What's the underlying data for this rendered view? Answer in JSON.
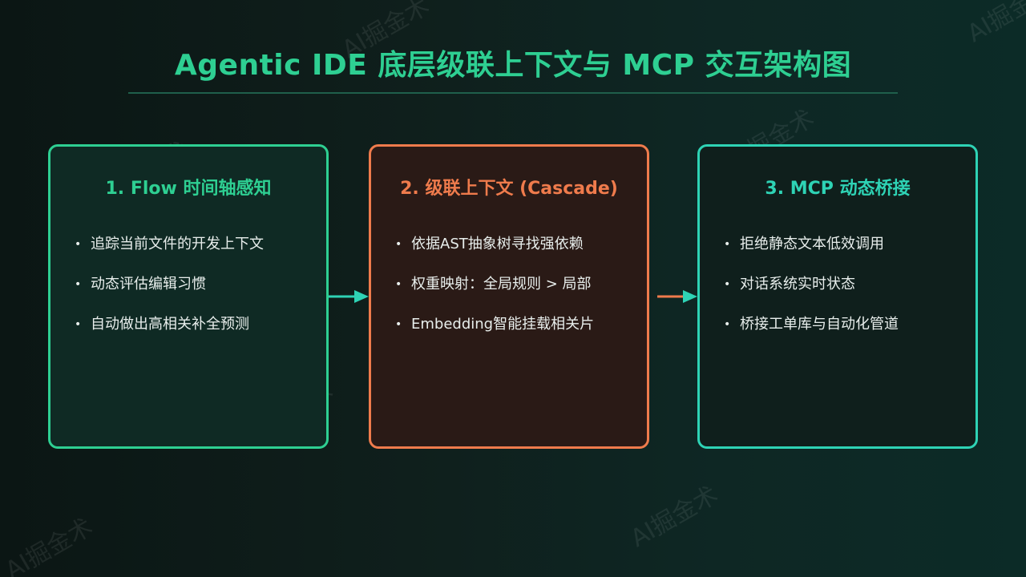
{
  "title": "Agentic IDE 底层级联上下文与 MCP 交互架构图",
  "watermark": "AI掘金术",
  "colors": {
    "title": "#2ecf92",
    "card1_border": "#2ecf92",
    "card2_border": "#ef7b4c",
    "card3_border": "#2ed3b5",
    "arrow": "#2ed3b5"
  },
  "cards": [
    {
      "title": "1. Flow 时间轴感知",
      "items": [
        "追踪当前文件的开发上下文",
        "动态评估编辑习惯",
        "自动做出高相关补全预测"
      ]
    },
    {
      "title": "2. 级联上下文 (Cascade)",
      "items": [
        "依据AST抽象树寻找强依赖",
        "权重映射：全局规则 > 局部",
        "Embedding智能挂载相关片"
      ]
    },
    {
      "title": "3. MCP 动态桥接",
      "items": [
        "拒绝静态文本低效调用",
        "对话系统实时状态",
        "桥接工单库与自动化管道"
      ]
    }
  ]
}
